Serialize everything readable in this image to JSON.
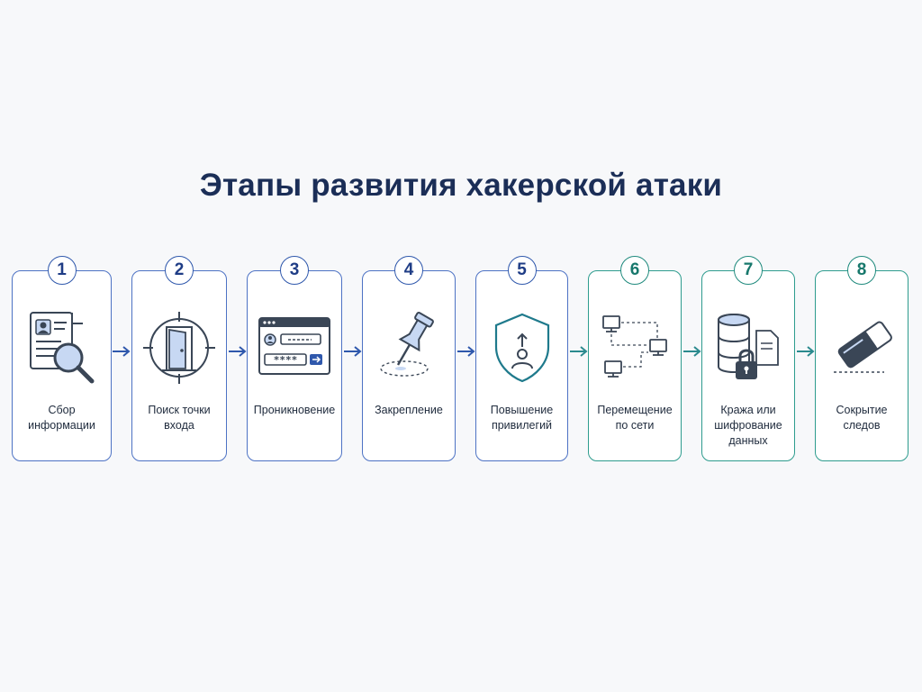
{
  "title": "Этапы развития хакерской атаки",
  "colors": {
    "title": "#1b2e57",
    "blue_border": "#4d72c4",
    "teal_border": "#2e9c8e",
    "icon_dark": "#3a4656",
    "icon_accent": "#c7d8f3"
  },
  "stages": [
    {
      "number": "1",
      "label": "Сбор\nинформации",
      "icon": "document-magnifier-icon"
    },
    {
      "number": "2",
      "label": "Поиск точки\nвхода",
      "icon": "door-crosshair-icon"
    },
    {
      "number": "3",
      "label": "Проникновение",
      "icon": "login-window-icon"
    },
    {
      "number": "4",
      "label": "Закрепление",
      "icon": "pushpin-icon"
    },
    {
      "number": "5",
      "label": "Повышение\nпривилегий",
      "icon": "shield-user-up-icon"
    },
    {
      "number": "6",
      "label": "Перемещение\nпо сети",
      "icon": "network-computers-icon"
    },
    {
      "number": "7",
      "label": "Кража или\nшифрование\nданных",
      "icon": "database-lock-icon"
    },
    {
      "number": "8",
      "label": "Сокрытие\nследов",
      "icon": "eraser-icon"
    }
  ]
}
